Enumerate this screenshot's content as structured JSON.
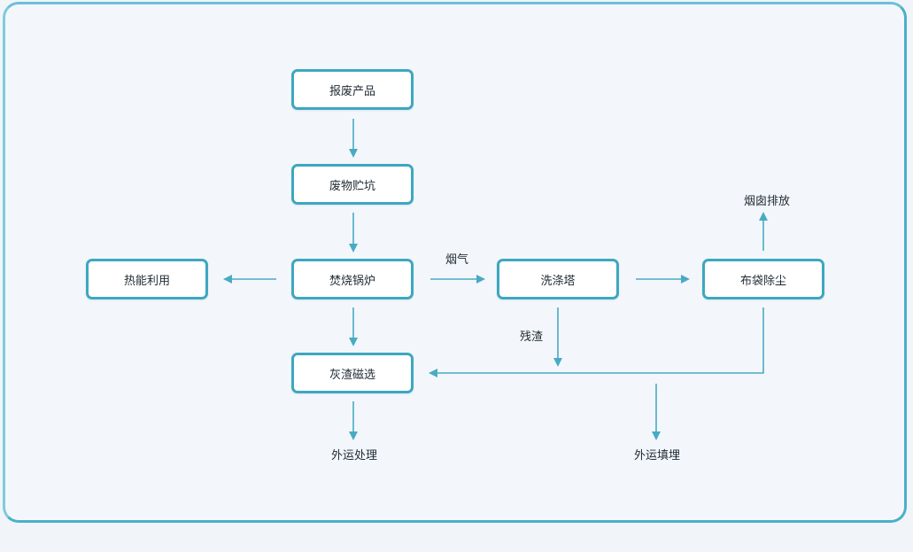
{
  "diagram": {
    "nodes": {
      "waste_product": "报废产品",
      "waste_pit": "废物贮坑",
      "incinerator": "焚烧锅炉",
      "heat_use": "热能利用",
      "washing_tower": "洗涤塔",
      "bag_filter": "布袋除尘",
      "ash_separation": "灰渣磁选"
    },
    "labels": {
      "flue_gas": "烟气",
      "residue": "残渣",
      "chimney": "烟囱排放",
      "external_treatment": "外运处理",
      "external_landfill": "外运填埋"
    },
    "colors": {
      "border": "#3ea7c0",
      "arrow": "#4aaac4",
      "text": "#1f2a33"
    }
  }
}
